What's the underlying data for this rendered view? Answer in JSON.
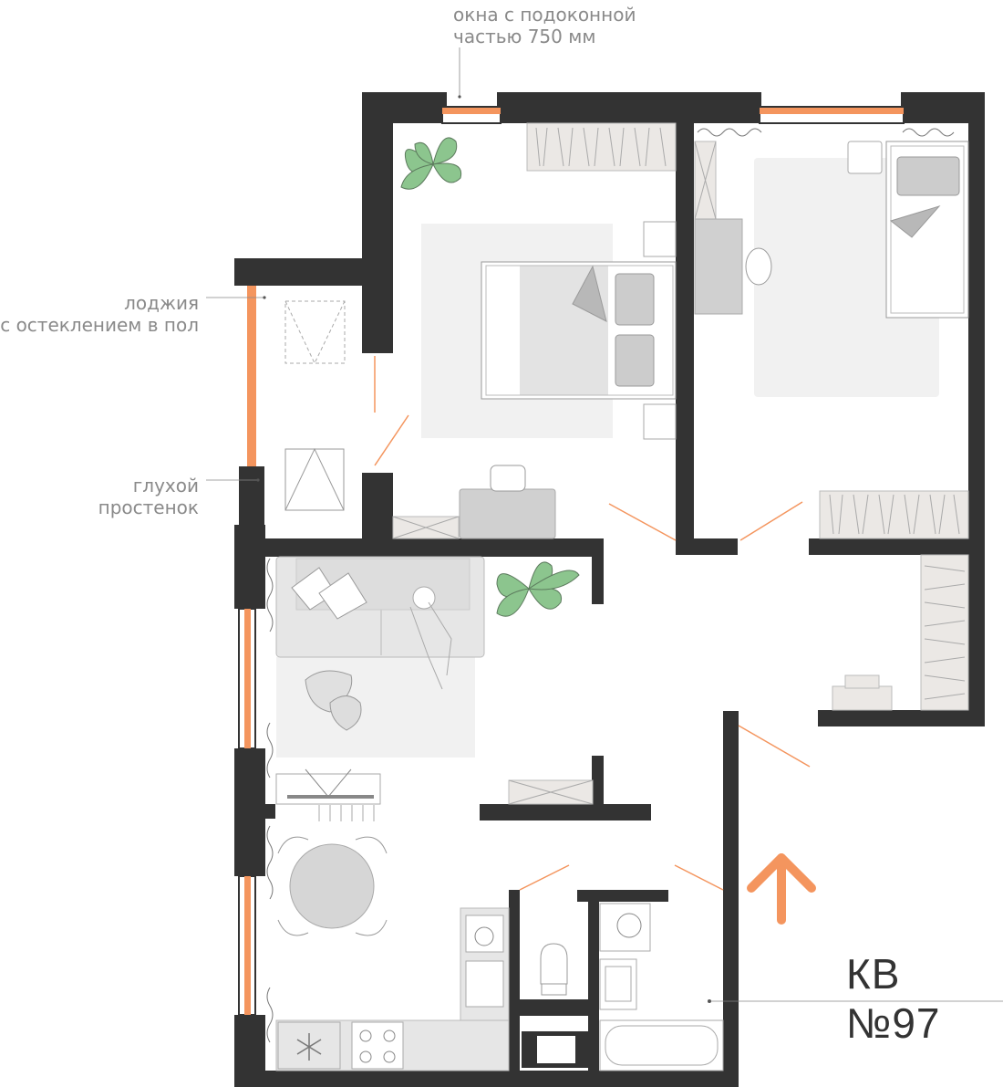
{
  "labels": {
    "windows_line1": "окна с подоконной",
    "windows_line2": "частью 750 мм",
    "loggia_line1": "лоджия",
    "loggia_line2": "с остеклением в пол",
    "wall_line1": "глухой",
    "wall_line2": "простенок"
  },
  "apartment": {
    "number_label": "КВ №97"
  },
  "colors": {
    "wall": "#333333",
    "accent": "#f4955e",
    "furniture": "#e6e6e6",
    "rug": "#f2f2f2",
    "plant": "#8cc58e",
    "line": "#9a9a9a"
  },
  "icons": {
    "entrance": "arrow-up-icon",
    "refrigerator": "snowflake-icon",
    "stove": "burners-icon"
  }
}
